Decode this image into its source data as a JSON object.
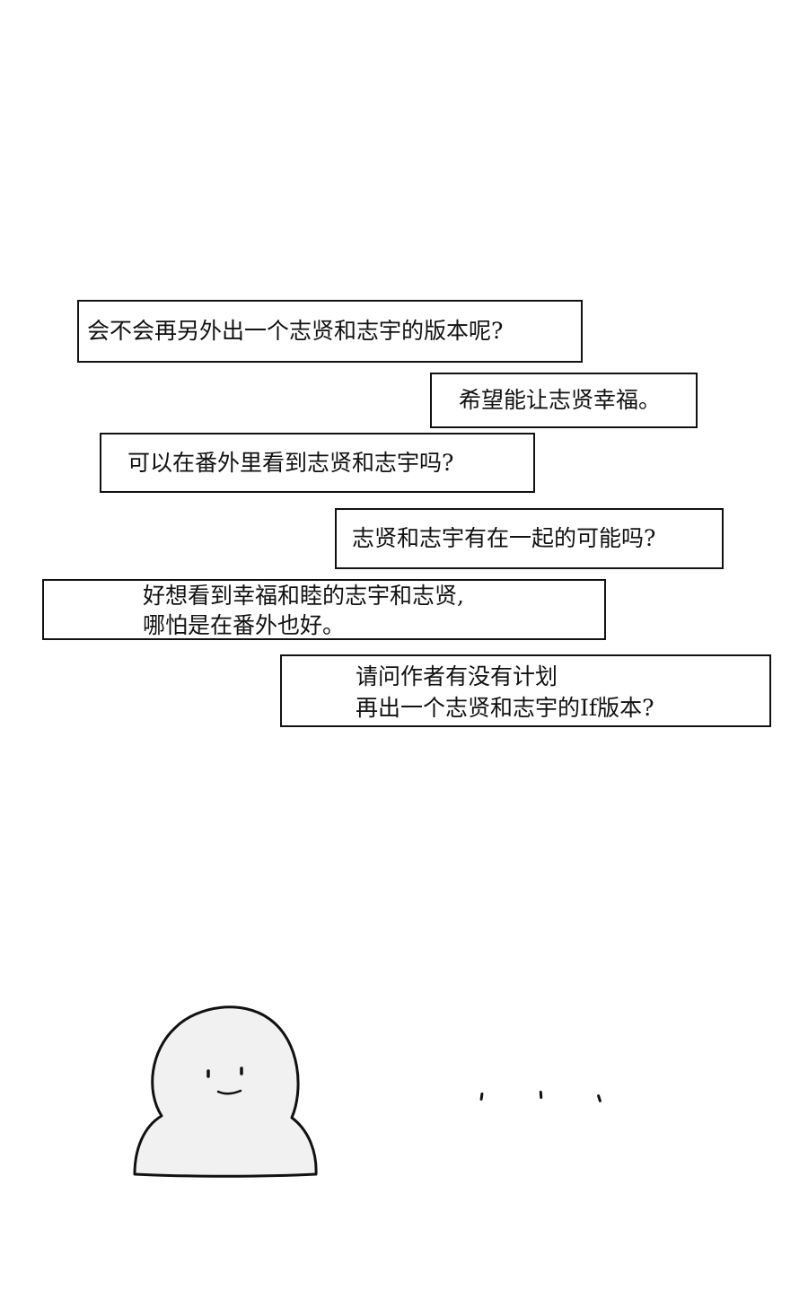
{
  "comments": [
    {
      "id": "q1",
      "lines": [
        "会不会再另外出一个志贤和志宇的版本呢?"
      ]
    },
    {
      "id": "q2",
      "lines": [
        "希望能让志贤幸福。"
      ]
    },
    {
      "id": "q3",
      "lines": [
        "可以在番外里看到志贤和志宇吗?"
      ]
    },
    {
      "id": "q4",
      "lines": [
        "志贤和志宇有在一起的可能吗?"
      ]
    },
    {
      "id": "q5",
      "lines": [
        "好想看到幸福和睦的志宇和志贤,",
        "哪怕是在番外也好。"
      ]
    },
    {
      "id": "q6",
      "lines": [
        "请问作者有没有计划",
        "再出一个志贤和志宇的If版本?"
      ]
    }
  ],
  "character": {
    "icon": "round-blob-character-icon",
    "fill_color": "#f1f1f1",
    "outline_color": "#111111"
  },
  "ellipsis": {
    "icon": "ellipsis-icon",
    "mark_count": 3
  }
}
